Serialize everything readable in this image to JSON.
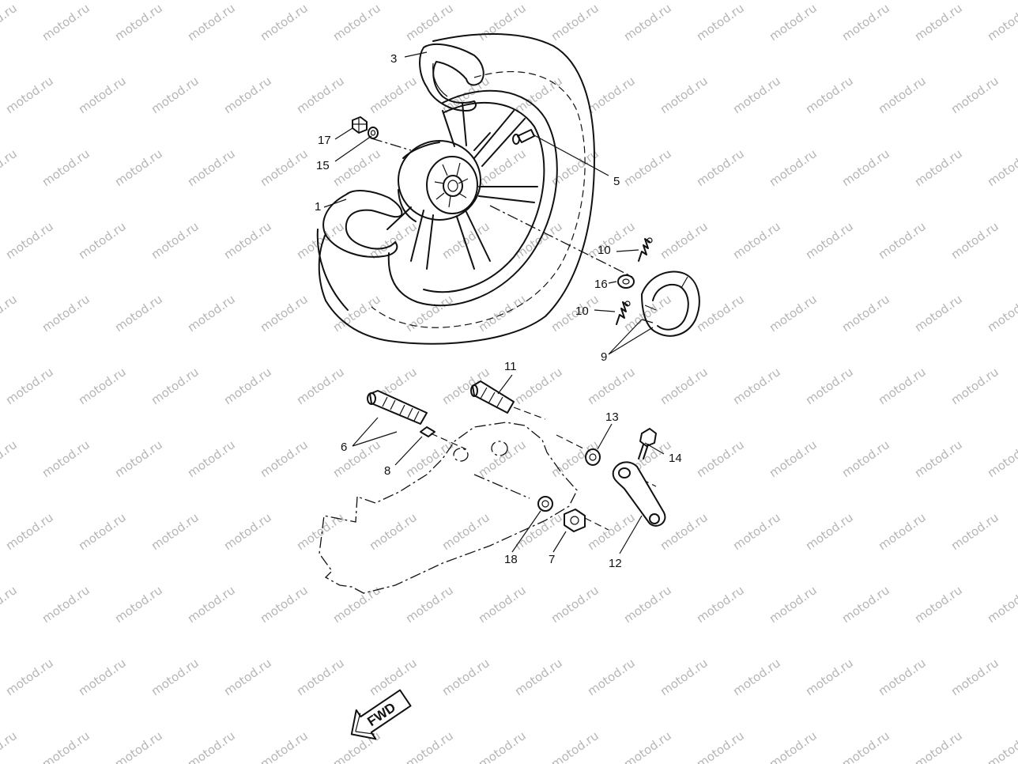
{
  "watermark": {
    "text": "motod.ru",
    "color": "#b5b5b5"
  },
  "callouts": {
    "c1": "1",
    "c3": "3",
    "c5": "5",
    "c6": "6",
    "c7": "7",
    "c8": "8",
    "c9": "9",
    "c10a": "10",
    "c10b": "10",
    "c11": "11",
    "c12": "12",
    "c13": "13",
    "c14": "14",
    "c15": "15",
    "c16": "16",
    "c17": "17",
    "c18": "18"
  },
  "direction_arrow": {
    "label": "FWD"
  },
  "colors": {
    "line": "#111111",
    "background": "#ffffff"
  }
}
